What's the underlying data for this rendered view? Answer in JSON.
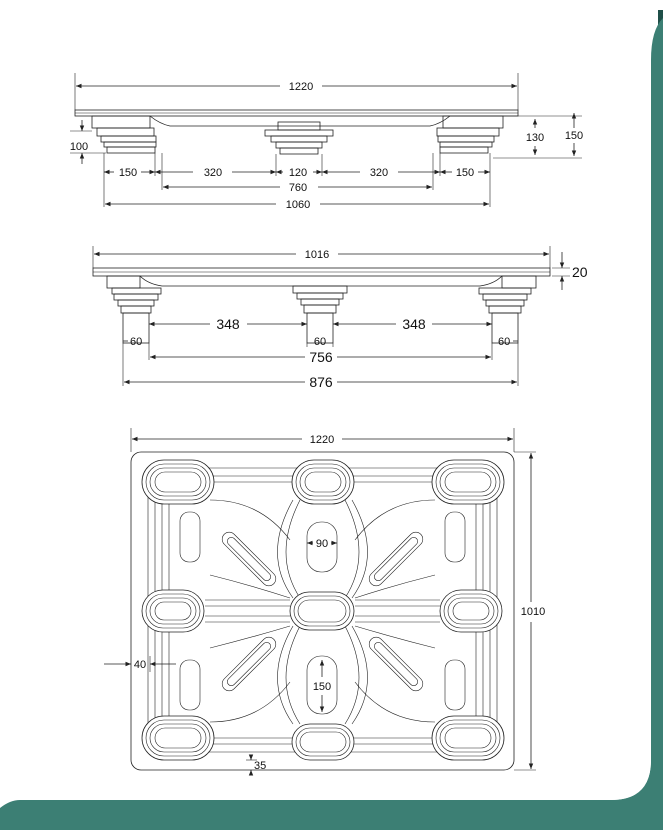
{
  "colors": {
    "frame_accent": "#3c7f74",
    "frame_shadow": "#1f4f48",
    "line": "#222222",
    "background": "#ffffff"
  },
  "side_view": {
    "overall_width": "1220",
    "height_100": "100",
    "height_130": "130",
    "height_150": "150",
    "foot_150_left": "150",
    "gap_320_left": "320",
    "center_120": "120",
    "gap_320_right": "320",
    "foot_150_right": "150",
    "span_760": "760",
    "span_1060": "1060"
  },
  "end_view": {
    "overall_width": "1016",
    "deck_20": "20",
    "gap_348_left": "348",
    "gap_348_right": "348",
    "foot_60_left": "60",
    "foot_60_center": "60",
    "foot_60_right": "60",
    "span_756": "756",
    "span_876": "876"
  },
  "plan_view": {
    "overall_width": "1220",
    "overall_depth": "1010",
    "rib_90": "90",
    "rib_150": "150",
    "edge_40": "40",
    "edge_35": "35"
  }
}
